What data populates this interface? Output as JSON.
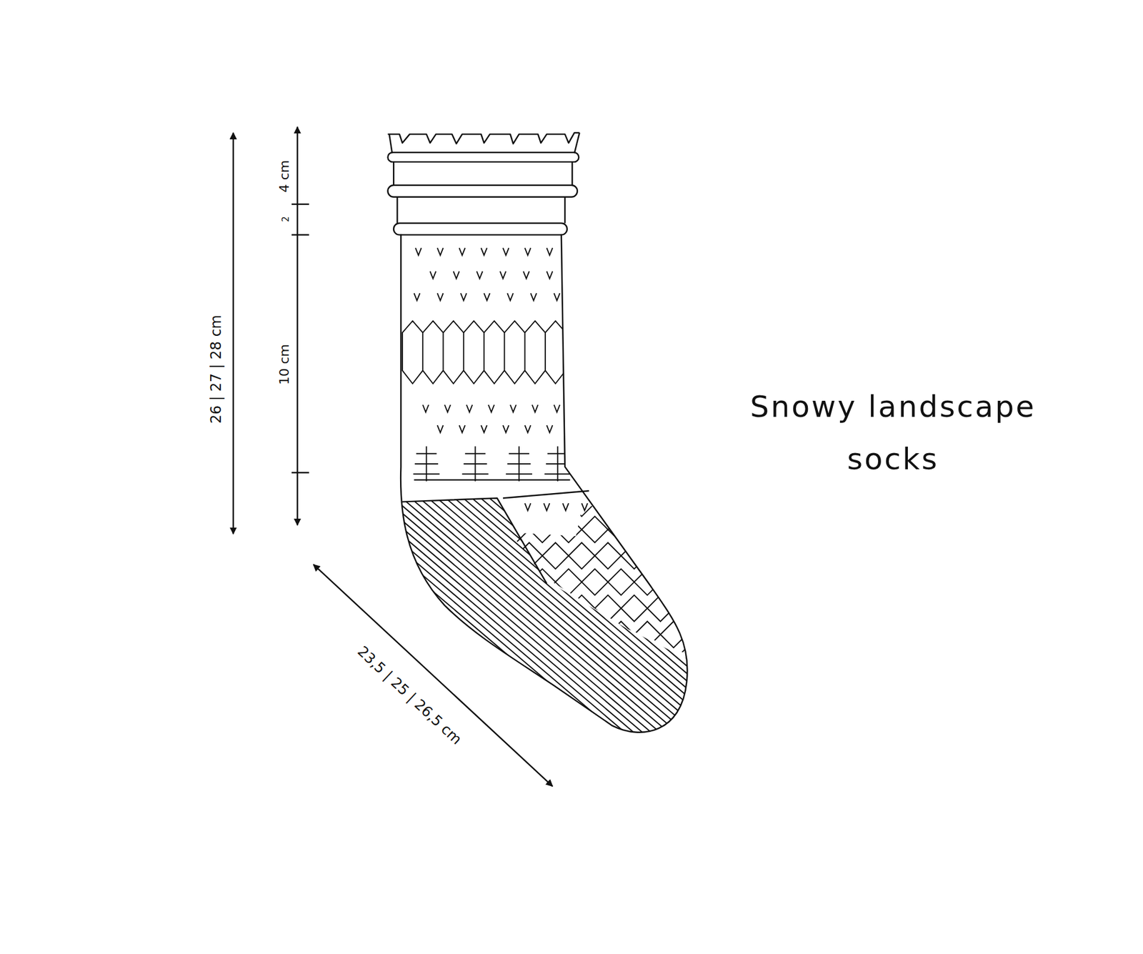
{
  "diagram": {
    "title": "Snowy landscape socks",
    "labels": [
      "26 | 27 | 28 cm",
      "4 cm",
      "2",
      "10 cm",
      "23,5 | 25 | 26,5 cm"
    ]
  }
}
